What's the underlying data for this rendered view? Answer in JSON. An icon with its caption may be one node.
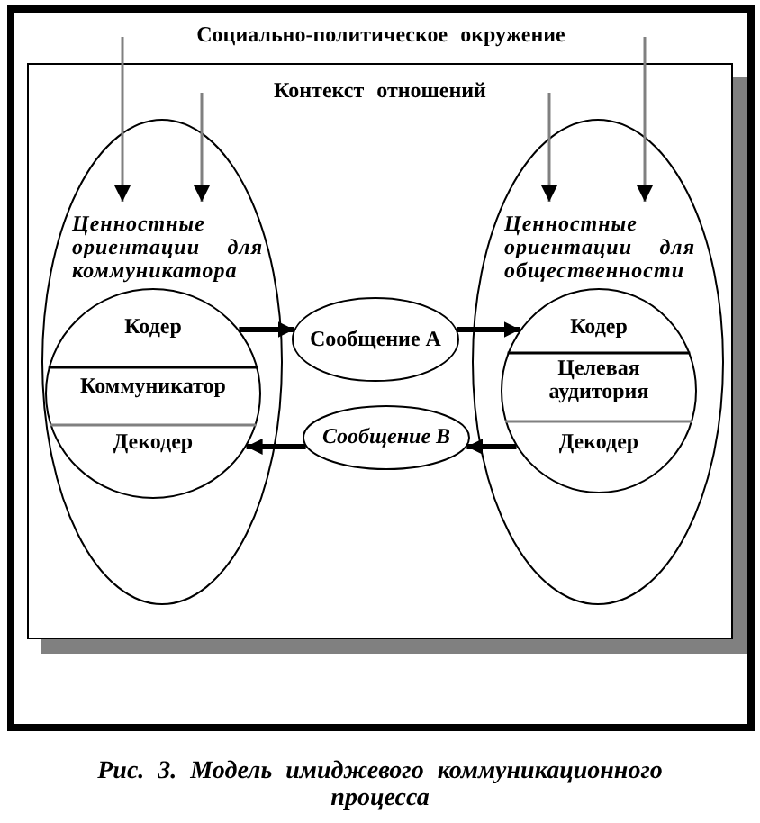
{
  "diagram": {
    "caption": "Рис. 3. Модель имиджевого коммуникационного процесса",
    "nodes": [
      {
        "text": [
          "Социально-политическое окружение"
        ]
      },
      {
        "text": [
          "Контекст отношений"
        ],
        "in": 0
      },
      {
        "text": [
          "Ценностные ориентации для коммуникатора"
        ],
        "in": 1
      },
      {
        "text": [
          "Кодер",
          "Коммуникатор",
          "Декодер"
        ],
        "in": 2
      },
      {
        "text": [
          "Сообщение А"
        ],
        "in": 1
      },
      {
        "text": [
          "Сообщение В"
        ],
        "in": 1
      },
      {
        "text": [
          "Ценностные ориентации для общественности"
        ],
        "in": 1
      },
      {
        "text": [
          "Кодер",
          "Целевая аудитория",
          "Декодер"
        ],
        "in": 6
      }
    ],
    "edges": [
      {
        "from": 3,
        "to": 4,
        "arrow": "to",
        "style": "thick"
      },
      {
        "from": 4,
        "to": 7,
        "arrow": "to",
        "style": "thick"
      },
      {
        "from": 7,
        "to": 5,
        "arrow": "to",
        "style": "thick"
      },
      {
        "from": 5,
        "to": 3,
        "arrow": "to",
        "style": "thick"
      },
      {
        "from": 0,
        "to": 2,
        "arrow": "to",
        "color": "#808080"
      },
      {
        "from": 1,
        "to": 2,
        "arrow": "to",
        "color": "#808080"
      },
      {
        "from": 1,
        "to": 6,
        "arrow": "to",
        "color": "#808080"
      },
      {
        "from": 0,
        "to": 6,
        "arrow": "to",
        "color": "#808080"
      }
    ]
  }
}
